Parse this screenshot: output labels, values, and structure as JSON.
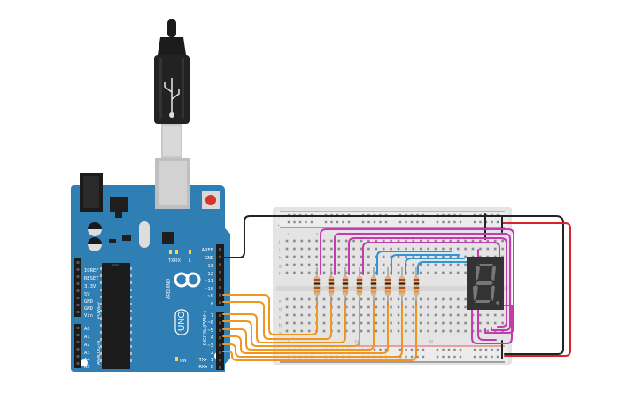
{
  "usb": {
    "cable": "usb-b-cable"
  },
  "arduino": {
    "model_name": "ARDUINO",
    "model": "UNO",
    "reset_label": "RESET",
    "power_label": "POWER",
    "analog_label": "ANALOG IN",
    "digital_label": "DIGITAL (PWM~)",
    "on_label": "ON",
    "led_labels": [
      "L",
      "TX",
      "RX"
    ],
    "top_header": [
      "AREF",
      "GND",
      "13",
      "12",
      "~11",
      "~10",
      "~9",
      "8"
    ],
    "bottom_header": [
      "7",
      "~6",
      "~5",
      "4",
      "~3",
      "2",
      "TX▸ 1",
      "RX◂ 0"
    ],
    "power_header": [
      "IOREF",
      "RESET",
      "3.3V",
      "5V",
      "GND",
      "GND",
      "Vin"
    ],
    "analog_header": [
      "A0",
      "A1",
      "A2",
      "A3",
      "A4",
      "A5"
    ],
    "icsp_label": "ICSP"
  },
  "breadboard": {
    "row_letters_top": [
      "j",
      "i",
      "h",
      "g",
      "f"
    ],
    "row_letters_bottom": [
      "e",
      "d",
      "c",
      "b",
      "a"
    ],
    "column_numbers": [
      "1",
      "5",
      "10",
      "15",
      "20",
      "25",
      "30"
    ],
    "rail_plus": "+",
    "rail_minus": "-"
  },
  "resistor_count": 8,
  "display": {
    "digit": "8",
    "segment_color": "#777777",
    "body_color": "#333333"
  },
  "colors": {
    "arduino": "#2f7fb5",
    "wire_orange": "#f0961e",
    "wire_magenta": "#c43bb0",
    "wire_blue": "#2f95d6",
    "wire_red": "#d8232a",
    "wire_black": "#222222"
  }
}
